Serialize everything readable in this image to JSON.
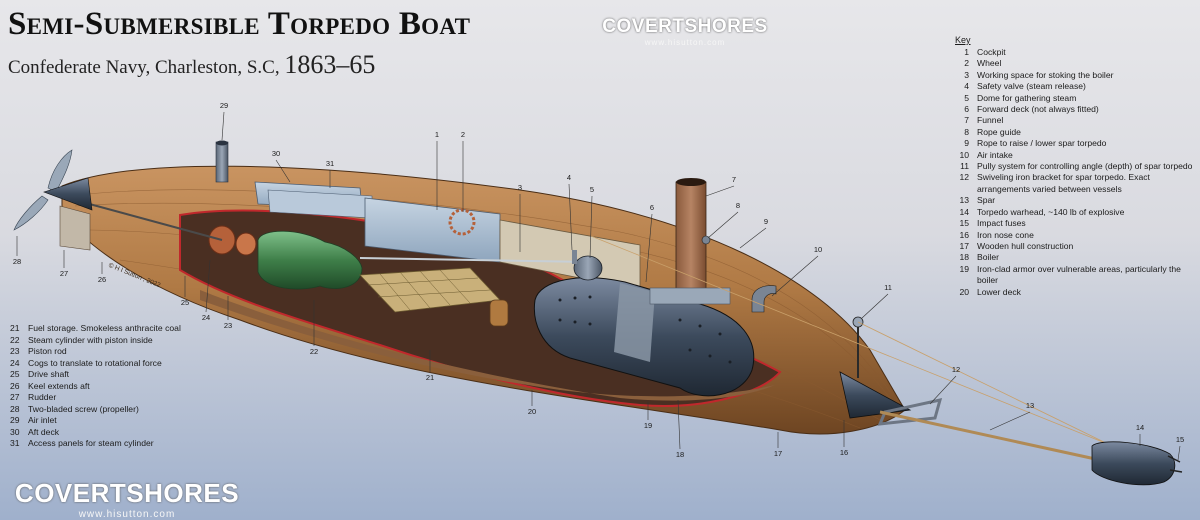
{
  "title": "Semi-Submersible Torpedo Boat",
  "subtitle": {
    "text": "Confederate Navy, Charleston, S.C,",
    "years": "1863–65"
  },
  "watermark": {
    "name": "COVERTSHORES",
    "url": "www.hisutton.com",
    "copyright": "© H I Sutton , 2022"
  },
  "key": {
    "heading": "Key",
    "items": [
      {
        "num": "1",
        "label": "Cockpit"
      },
      {
        "num": "2",
        "label": "Wheel"
      },
      {
        "num": "3",
        "label": "Working space for stoking the boiler"
      },
      {
        "num": "4",
        "label": "Safety valve (steam release)"
      },
      {
        "num": "5",
        "label": "Dome for gathering steam"
      },
      {
        "num": "6",
        "label": "Forward deck (not always fitted)"
      },
      {
        "num": "7",
        "label": "Funnel"
      },
      {
        "num": "8",
        "label": "Rope guide"
      },
      {
        "num": "9",
        "label": "Rope to raise / lower spar torpedo"
      },
      {
        "num": "10",
        "label": "Air intake"
      },
      {
        "num": "11",
        "label": "Pully system for controlling angle (depth) of spar torpedo"
      },
      {
        "num": "12",
        "label": "Swiveling iron bracket for spar torpedo. Exact arrangements varied between vessels"
      },
      {
        "num": "13",
        "label": "Spar"
      },
      {
        "num": "14",
        "label": "Torpedo warhead, ~140 lb of explosive"
      },
      {
        "num": "15",
        "label": "Impact fuses"
      },
      {
        "num": "16",
        "label": "Iron nose cone"
      },
      {
        "num": "17",
        "label": "Wooden hull construction"
      },
      {
        "num": "18",
        "label": "Boiler"
      },
      {
        "num": "19",
        "label": "Iron-clad armor over vulnerable areas, particularly the boiler"
      },
      {
        "num": "20",
        "label": "Lower deck"
      }
    ]
  },
  "lower_key": {
    "items": [
      {
        "num": "21",
        "label": "Fuel storage. Smokeless anthracite coal"
      },
      {
        "num": "22",
        "label": "Steam cylinder with piston inside"
      },
      {
        "num": "23",
        "label": "Piston rod"
      },
      {
        "num": "24",
        "label": "Cogs to translate to rotational force"
      },
      {
        "num": "25",
        "label": "Drive shaft"
      },
      {
        "num": "26",
        "label": "Keel extends aft"
      },
      {
        "num": "27",
        "label": "Rudder"
      },
      {
        "num": "28",
        "label": "Two-bladed screw (propeller)"
      },
      {
        "num": "29",
        "label": "Air inlet"
      },
      {
        "num": "30",
        "label": "Aft deck"
      },
      {
        "num": "31",
        "label": "Access panels for steam cylinder"
      }
    ]
  },
  "callouts": [
    "1",
    "2",
    "3",
    "4",
    "5",
    "6",
    "7",
    "8",
    "9",
    "10",
    "11",
    "12",
    "13",
    "14",
    "15",
    "16",
    "17",
    "18",
    "19",
    "20",
    "21",
    "22",
    "23",
    "24",
    "25",
    "26",
    "27",
    "28",
    "29",
    "30",
    "31"
  ],
  "colors": {
    "hull_wood": "#b07a45",
    "hull_wood_dark": "#6e4522",
    "cutaway_edge": "#c0282c",
    "boiler_iron": "#3c4a5c",
    "cylinder_green": "#3f7f49",
    "deck_panel": "#9fb4c9",
    "spar_rope": "#b08a55"
  }
}
